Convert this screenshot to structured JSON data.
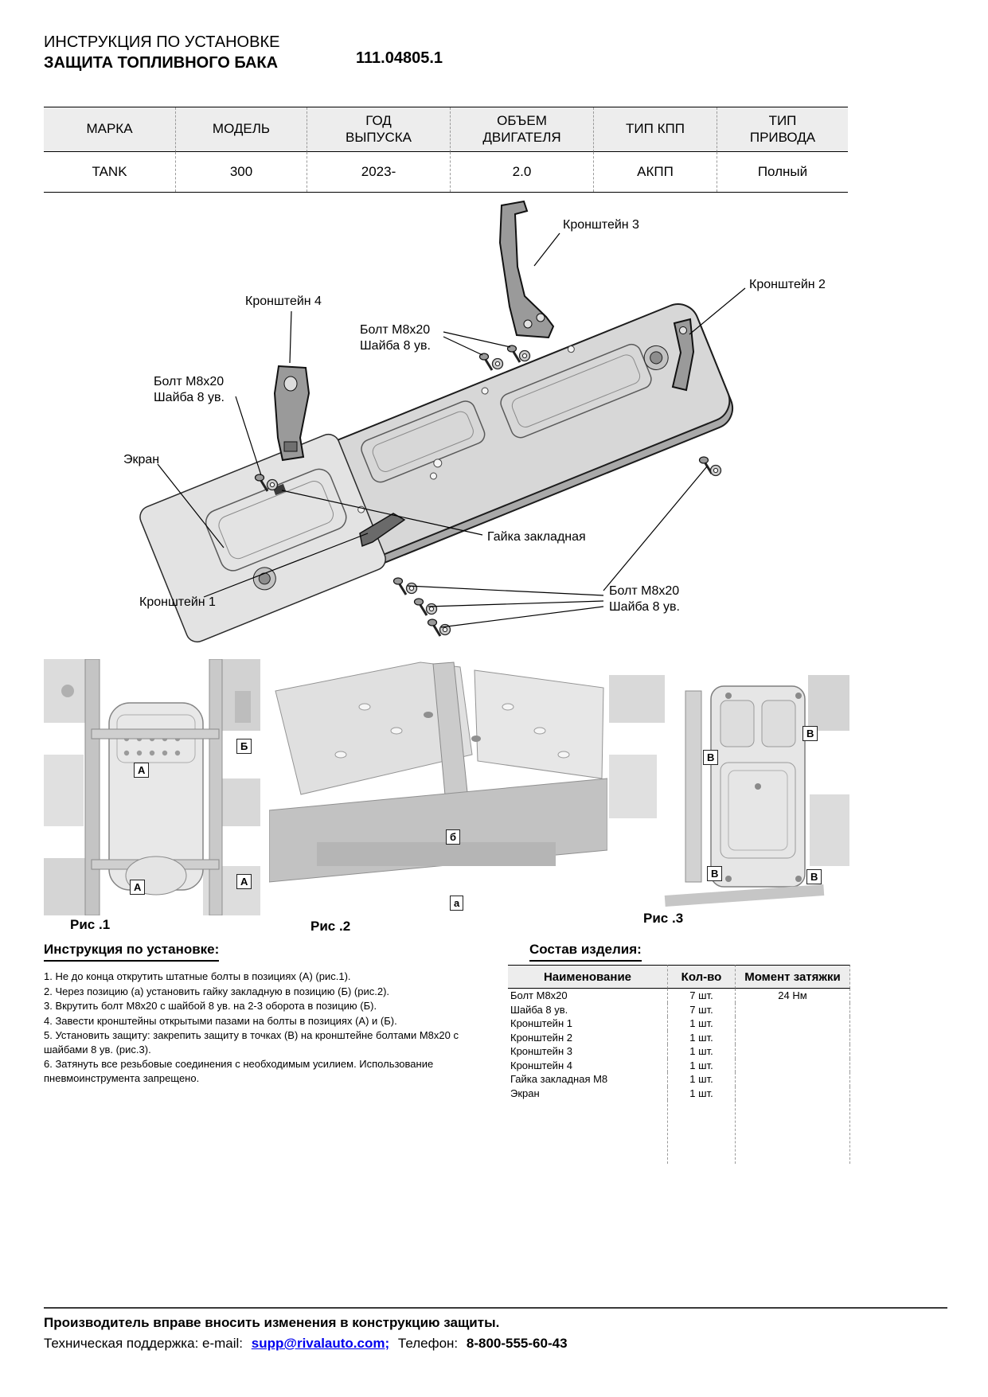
{
  "colors": {
    "link_blue": "#0000EE",
    "table_header_bg": "#ededed"
  },
  "header": {
    "subtitle": "ИНСТРУКЦИЯ ПО УСТАНОВКЕ",
    "title": "ЗАЩИТА ТОПЛИВНОГО БАКА",
    "part_number": "111.04805.1"
  },
  "spec_table": {
    "headers": [
      "МАРКА",
      "МОДЕЛЬ",
      "ГОД\nВЫПУСКА",
      "ОБЪЕМ\nДВИГАТЕЛЯ",
      "ТИП КПП",
      "ТИП\nПРИВОДА"
    ],
    "row": [
      "TANK",
      "300",
      "2023-",
      "2.0",
      "АКПП",
      "Полный"
    ]
  },
  "diagram": {
    "labels": [
      {
        "name": "kronshtein-3",
        "lines": [
          "Кронштейн 3"
        ]
      },
      {
        "name": "kronshtein-2",
        "lines": [
          "Кронштейн 2"
        ]
      },
      {
        "name": "kronshtein-4",
        "lines": [
          "Кронштейн 4"
        ]
      },
      {
        "name": "bolt-washer-top",
        "lines": [
          "Болт М8х20",
          "Шайба 8 ув."
        ]
      },
      {
        "name": "bolt-washer-left",
        "lines": [
          "Болт М8х20",
          "Шайба 8 ув."
        ]
      },
      {
        "name": "ekran",
        "lines": [
          "Экран"
        ]
      },
      {
        "name": "gaika-zakladnaya",
        "lines": [
          "Гайка закладная"
        ]
      },
      {
        "name": "kronshtein-1",
        "lines": [
          "Кронштейн 1"
        ]
      },
      {
        "name": "bolt-washer-right",
        "lines": [
          "Болт М8х20",
          "Шайба 8 ув."
        ]
      }
    ]
  },
  "figures": [
    {
      "caption": "Рис .1",
      "markers": [
        {
          "letter": "А"
        },
        {
          "letter": "Б"
        },
        {
          "letter": "А"
        },
        {
          "letter": "А"
        }
      ]
    },
    {
      "caption": "Рис .2",
      "markers": [
        {
          "letter": "б"
        },
        {
          "letter": "а"
        }
      ]
    },
    {
      "caption": "Рис .3",
      "markers": [
        {
          "letter": "В"
        },
        {
          "letter": "В"
        },
        {
          "letter": "В"
        },
        {
          "letter": "В"
        }
      ]
    }
  ],
  "instructions": {
    "title": "Инструкция по установке:",
    "steps": [
      "1. Не до конца открутить штатные болты в позициях (А) (рис.1).",
      "2. Через позицию (а) установить гайку закладную в позицию (Б) (рис.2).",
      "3. Вкрутить болт М8х20 с шайбой 8 ув. на 2-3 оборота в позицию (Б).",
      "4. Завести кронштейны открытыми пазами на болты в позициях (А) и (Б).",
      "5. Установить защиту: закрепить защиту в точках (В) на кронштейне болтами М8х20 с шайбами 8 ув. (рис.3).",
      "6. Затянуть все резьбовые соединения с необходимым усилием. Использование пневмоинструмента запрещено."
    ]
  },
  "parts": {
    "title": "Состав изделия:",
    "headers": [
      "Наименование",
      "Кол-во",
      "Момент затяжки"
    ],
    "rows": [
      [
        "Болт М8х20",
        "7 шт.",
        "24 Нм"
      ],
      [
        "Шайба 8 ув.",
        "7 шт.",
        ""
      ],
      [
        "Кронштейн 1",
        "1 шт.",
        ""
      ],
      [
        "Кронштейн 2",
        "1 шт.",
        ""
      ],
      [
        "Кронштейн 3",
        "1 шт.",
        ""
      ],
      [
        "Кронштейн 4",
        "1 шт.",
        ""
      ],
      [
        "Гайка закладная М8",
        "1 шт.",
        ""
      ],
      [
        "Экран",
        "1 шт.",
        ""
      ]
    ]
  },
  "footer": {
    "line1": "Производитель вправе вносить изменения в конструкцию защиты.",
    "support_prefix": "Техническая поддержка:  e-mail:",
    "email": "supp@rivalauto.com;",
    "phone_label": "Телефон:",
    "phone": "8-800-555-60-43"
  }
}
